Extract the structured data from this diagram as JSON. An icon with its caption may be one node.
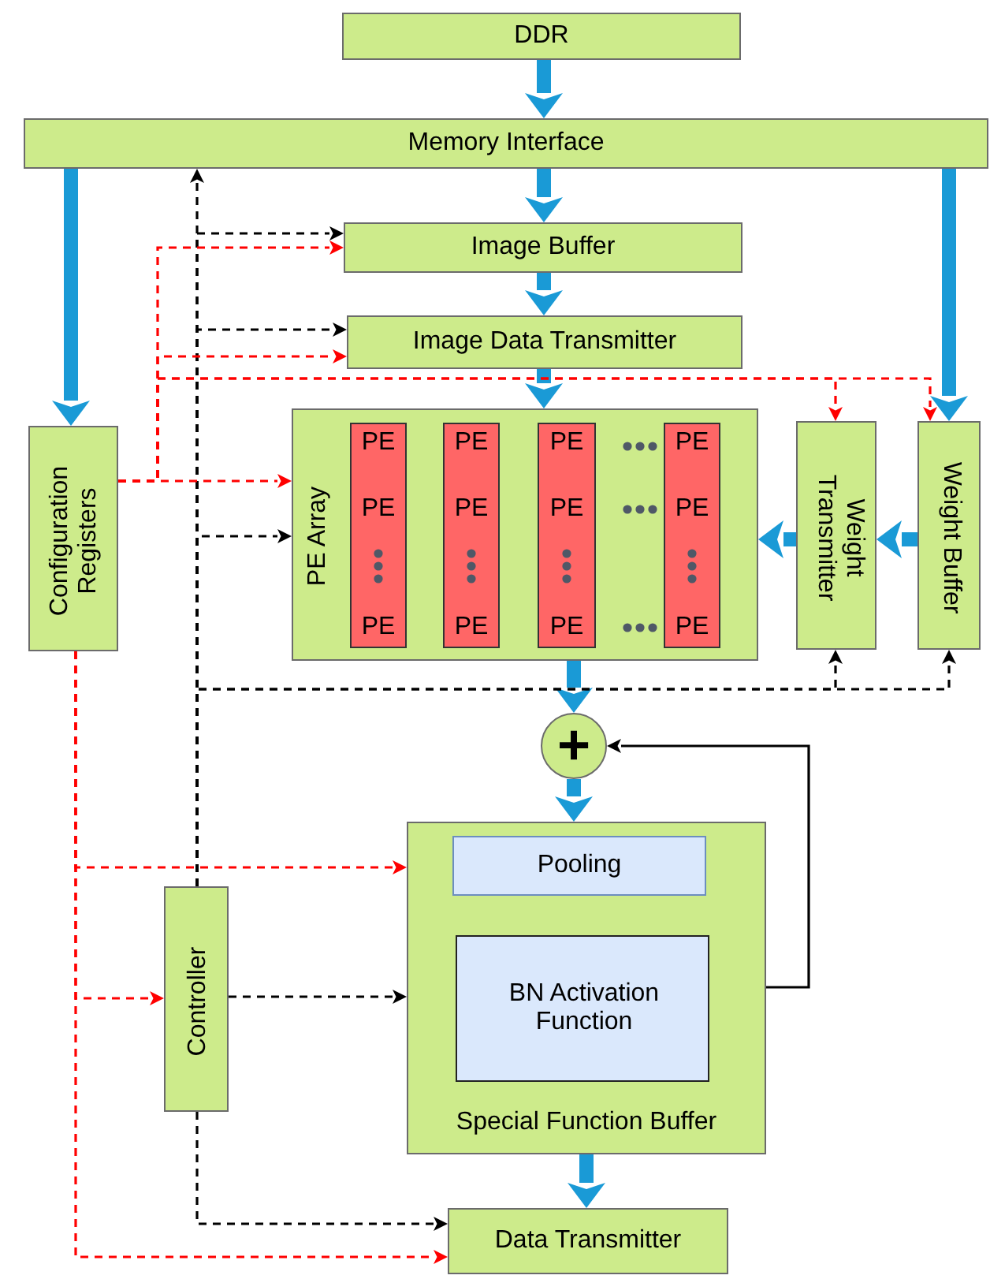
{
  "diagram": {
    "nodes": [
      {
        "text": [
          "DDR"
        ]
      },
      {
        "text": [
          "Memory Interface"
        ]
      },
      {
        "text": [
          "Image Buffer"
        ]
      },
      {
        "text": [
          "Image Data Transmitter"
        ]
      },
      {
        "text": [
          "Configuration Registers"
        ]
      },
      {
        "text": [
          "PE Array"
        ]
      },
      {
        "text": [
          "PE",
          "PE",
          "PE"
        ],
        "in": 5
      },
      {
        "text": [
          "PE",
          "PE",
          "PE"
        ],
        "in": 5
      },
      {
        "text": [
          "PE",
          "PE",
          "PE"
        ],
        "in": 5
      },
      {
        "text": [
          "PE",
          "PE",
          "PE"
        ],
        "in": 5
      },
      {
        "text": [
          "Weight Transmitter"
        ]
      },
      {
        "text": [
          "Weight Buffer"
        ]
      },
      {
        "text": [
          "+"
        ]
      },
      {
        "text": [
          "Special Function Buffer"
        ]
      },
      {
        "text": [
          "Pooling"
        ],
        "in": 13
      },
      {
        "text": [
          "BN Activation Function"
        ],
        "in": 13
      },
      {
        "text": [
          "Controller"
        ]
      },
      {
        "text": [
          "Data Transmitter"
        ]
      }
    ],
    "edges": [
      {
        "from": 0,
        "to": 1,
        "arrow": "to",
        "style": "thick",
        "color": "#1a9ad6"
      },
      {
        "from": 1,
        "to": 2,
        "arrow": "to",
        "style": "thick",
        "color": "#1a9ad6"
      },
      {
        "from": 2,
        "to": 3,
        "arrow": "to",
        "style": "thick",
        "color": "#1a9ad6"
      },
      {
        "from": 3,
        "to": 5,
        "arrow": "to",
        "style": "thick",
        "color": "#1a9ad6"
      },
      {
        "from": 1,
        "to": 4,
        "arrow": "to",
        "style": "thick",
        "color": "#1a9ad6"
      },
      {
        "from": 1,
        "to": 11,
        "arrow": "to",
        "style": "thick",
        "color": "#1a9ad6"
      },
      {
        "from": 11,
        "to": 10,
        "arrow": "to",
        "style": "thick",
        "color": "#1a9ad6"
      },
      {
        "from": 10,
        "to": 5,
        "arrow": "to",
        "style": "thick",
        "color": "#1a9ad6"
      },
      {
        "from": 5,
        "to": 12,
        "arrow": "to",
        "style": "thick",
        "color": "#1a9ad6"
      },
      {
        "from": 12,
        "to": 13,
        "arrow": "to",
        "style": "thick",
        "color": "#1a9ad6"
      },
      {
        "from": 13,
        "to": 17,
        "arrow": "to",
        "style": "thick",
        "color": "#1a9ad6"
      },
      {
        "from": 16,
        "to": 1,
        "arrow": "to",
        "style": "dashed",
        "color": "#000000"
      },
      {
        "from": 16,
        "to": 2,
        "arrow": "to",
        "style": "dashed",
        "color": "#000000"
      },
      {
        "from": 16,
        "to": 3,
        "arrow": "to",
        "style": "dashed",
        "color": "#000000"
      },
      {
        "from": 16,
        "to": 5,
        "arrow": "to",
        "style": "dashed",
        "color": "#000000"
      },
      {
        "from": 16,
        "to": 10,
        "arrow": "to",
        "style": "dashed",
        "color": "#000000"
      },
      {
        "from": 16,
        "to": 11,
        "arrow": "to",
        "style": "dashed",
        "color": "#000000"
      },
      {
        "from": 16,
        "to": 13,
        "arrow": "to",
        "style": "dashed",
        "color": "#000000"
      },
      {
        "from": 16,
        "to": 17,
        "arrow": "to",
        "style": "dashed",
        "color": "#000000"
      },
      {
        "from": 4,
        "to": 2,
        "arrow": "to",
        "style": "dashed",
        "color": "#ff0000"
      },
      {
        "from": 4,
        "to": 3,
        "arrow": "to",
        "style": "dashed",
        "color": "#ff0000"
      },
      {
        "from": 4,
        "to": 5,
        "arrow": "to",
        "style": "dashed",
        "color": "#ff0000"
      },
      {
        "from": 4,
        "to": 10,
        "arrow": "to",
        "style": "dashed",
        "color": "#ff0000"
      },
      {
        "from": 4,
        "to": 11,
        "arrow": "to",
        "style": "dashed",
        "color": "#ff0000"
      },
      {
        "from": 4,
        "to": 13,
        "arrow": "to",
        "style": "dashed",
        "color": "#ff0000"
      },
      {
        "from": 4,
        "to": 16,
        "arrow": "to",
        "style": "dashed",
        "color": "#ff0000"
      },
      {
        "from": 4,
        "to": 17,
        "arrow": "to",
        "style": "dashed",
        "color": "#ff0000"
      },
      {
        "from": 13,
        "to": 12,
        "arrow": "to",
        "color": "#000000"
      }
    ]
  }
}
